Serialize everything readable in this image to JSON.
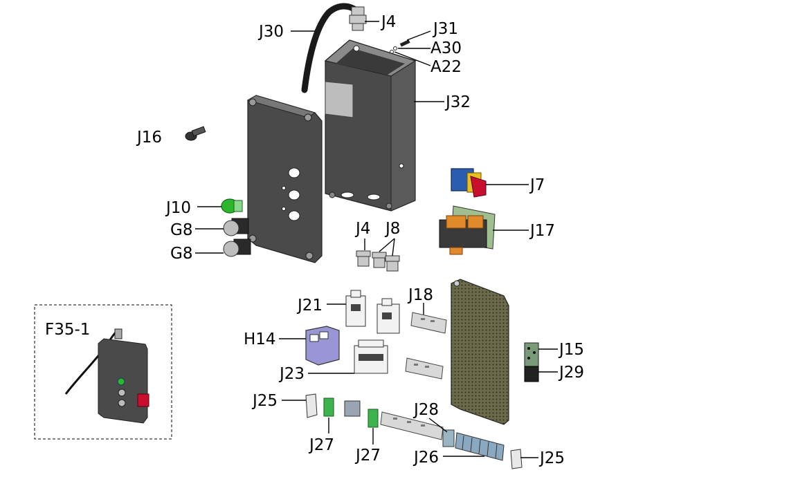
{
  "labels": {
    "j30": "J30",
    "j4_top": "J4",
    "j31": "J31",
    "a30": "A30",
    "a22": "A22",
    "j32": "J32",
    "j16": "J16",
    "j7": "J7",
    "j10": "J10",
    "g8_top": "G8",
    "g8_bottom": "G8",
    "j4_mid": "J4",
    "j8": "J8",
    "j17": "J17",
    "j21": "J21",
    "j18": "J18",
    "h14": "H14",
    "j15": "J15",
    "j23": "J23",
    "j29": "J29",
    "j25_left": "J25",
    "j28": "J28",
    "j27_left": "J27",
    "j27_right": "J27",
    "j26": "J26",
    "j25_right": "J25",
    "inset": "F35-1"
  },
  "colors": {
    "enclosure": "#4a4a4a",
    "pilot_light_green": "#2db52d",
    "switch_red": "#c8102e",
    "switch_blue": "#2a5db0",
    "transformer_orange": "#e08a2c",
    "contactor_lavender": "#9a96d6",
    "terminal_green": "#3cb44b",
    "backplate": "#6b6a4a"
  }
}
